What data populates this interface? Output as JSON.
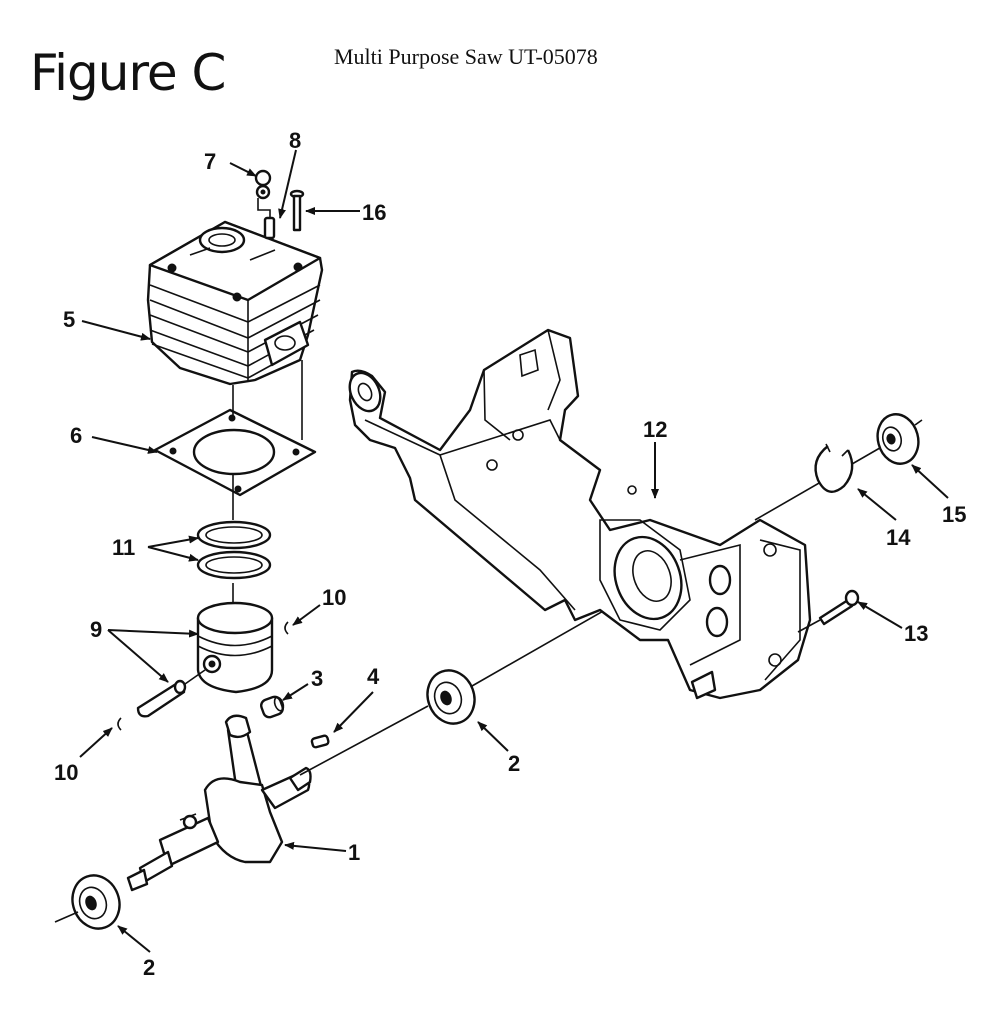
{
  "header": {
    "figure_title": "Figure C",
    "subtitle": "Multi Purpose Saw UT-05078"
  },
  "callouts": {
    "c1": "1",
    "c2a": "2",
    "c2b": "2",
    "c3": "3",
    "c4": "4",
    "c5": "5",
    "c6": "6",
    "c7": "7",
    "c8": "8",
    "c9": "9",
    "c10a": "10",
    "c10b": "10",
    "c11": "11",
    "c12": "12",
    "c13": "13",
    "c14": "14",
    "c15": "15",
    "c16": "16"
  }
}
